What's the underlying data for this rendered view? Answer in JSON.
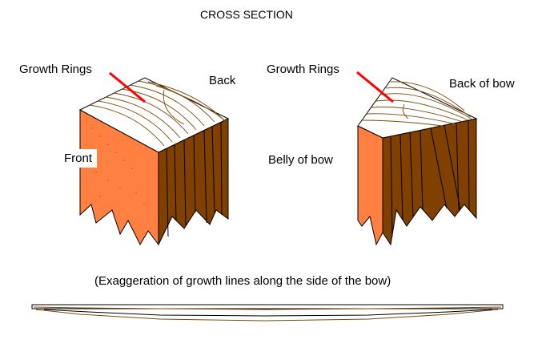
{
  "title": "CROSS SECTION",
  "left_block": {
    "growth_rings_label": "Growth Rings",
    "back_label": "Back",
    "front_label": "Front"
  },
  "right_block": {
    "growth_rings_label": "Growth Rings",
    "back_label": "Back of bow",
    "belly_label": "Belly of bow"
  },
  "caption": "(Exaggeration of growth lines along the side of the bow)",
  "colors": {
    "end_grain": "#ffffff",
    "ring_line": "#7a4a0a",
    "front_face": "#ff8040",
    "front_dots": "#ff0000",
    "side_face": "#804000",
    "outline": "#000000",
    "pointer": "#ff0000"
  }
}
